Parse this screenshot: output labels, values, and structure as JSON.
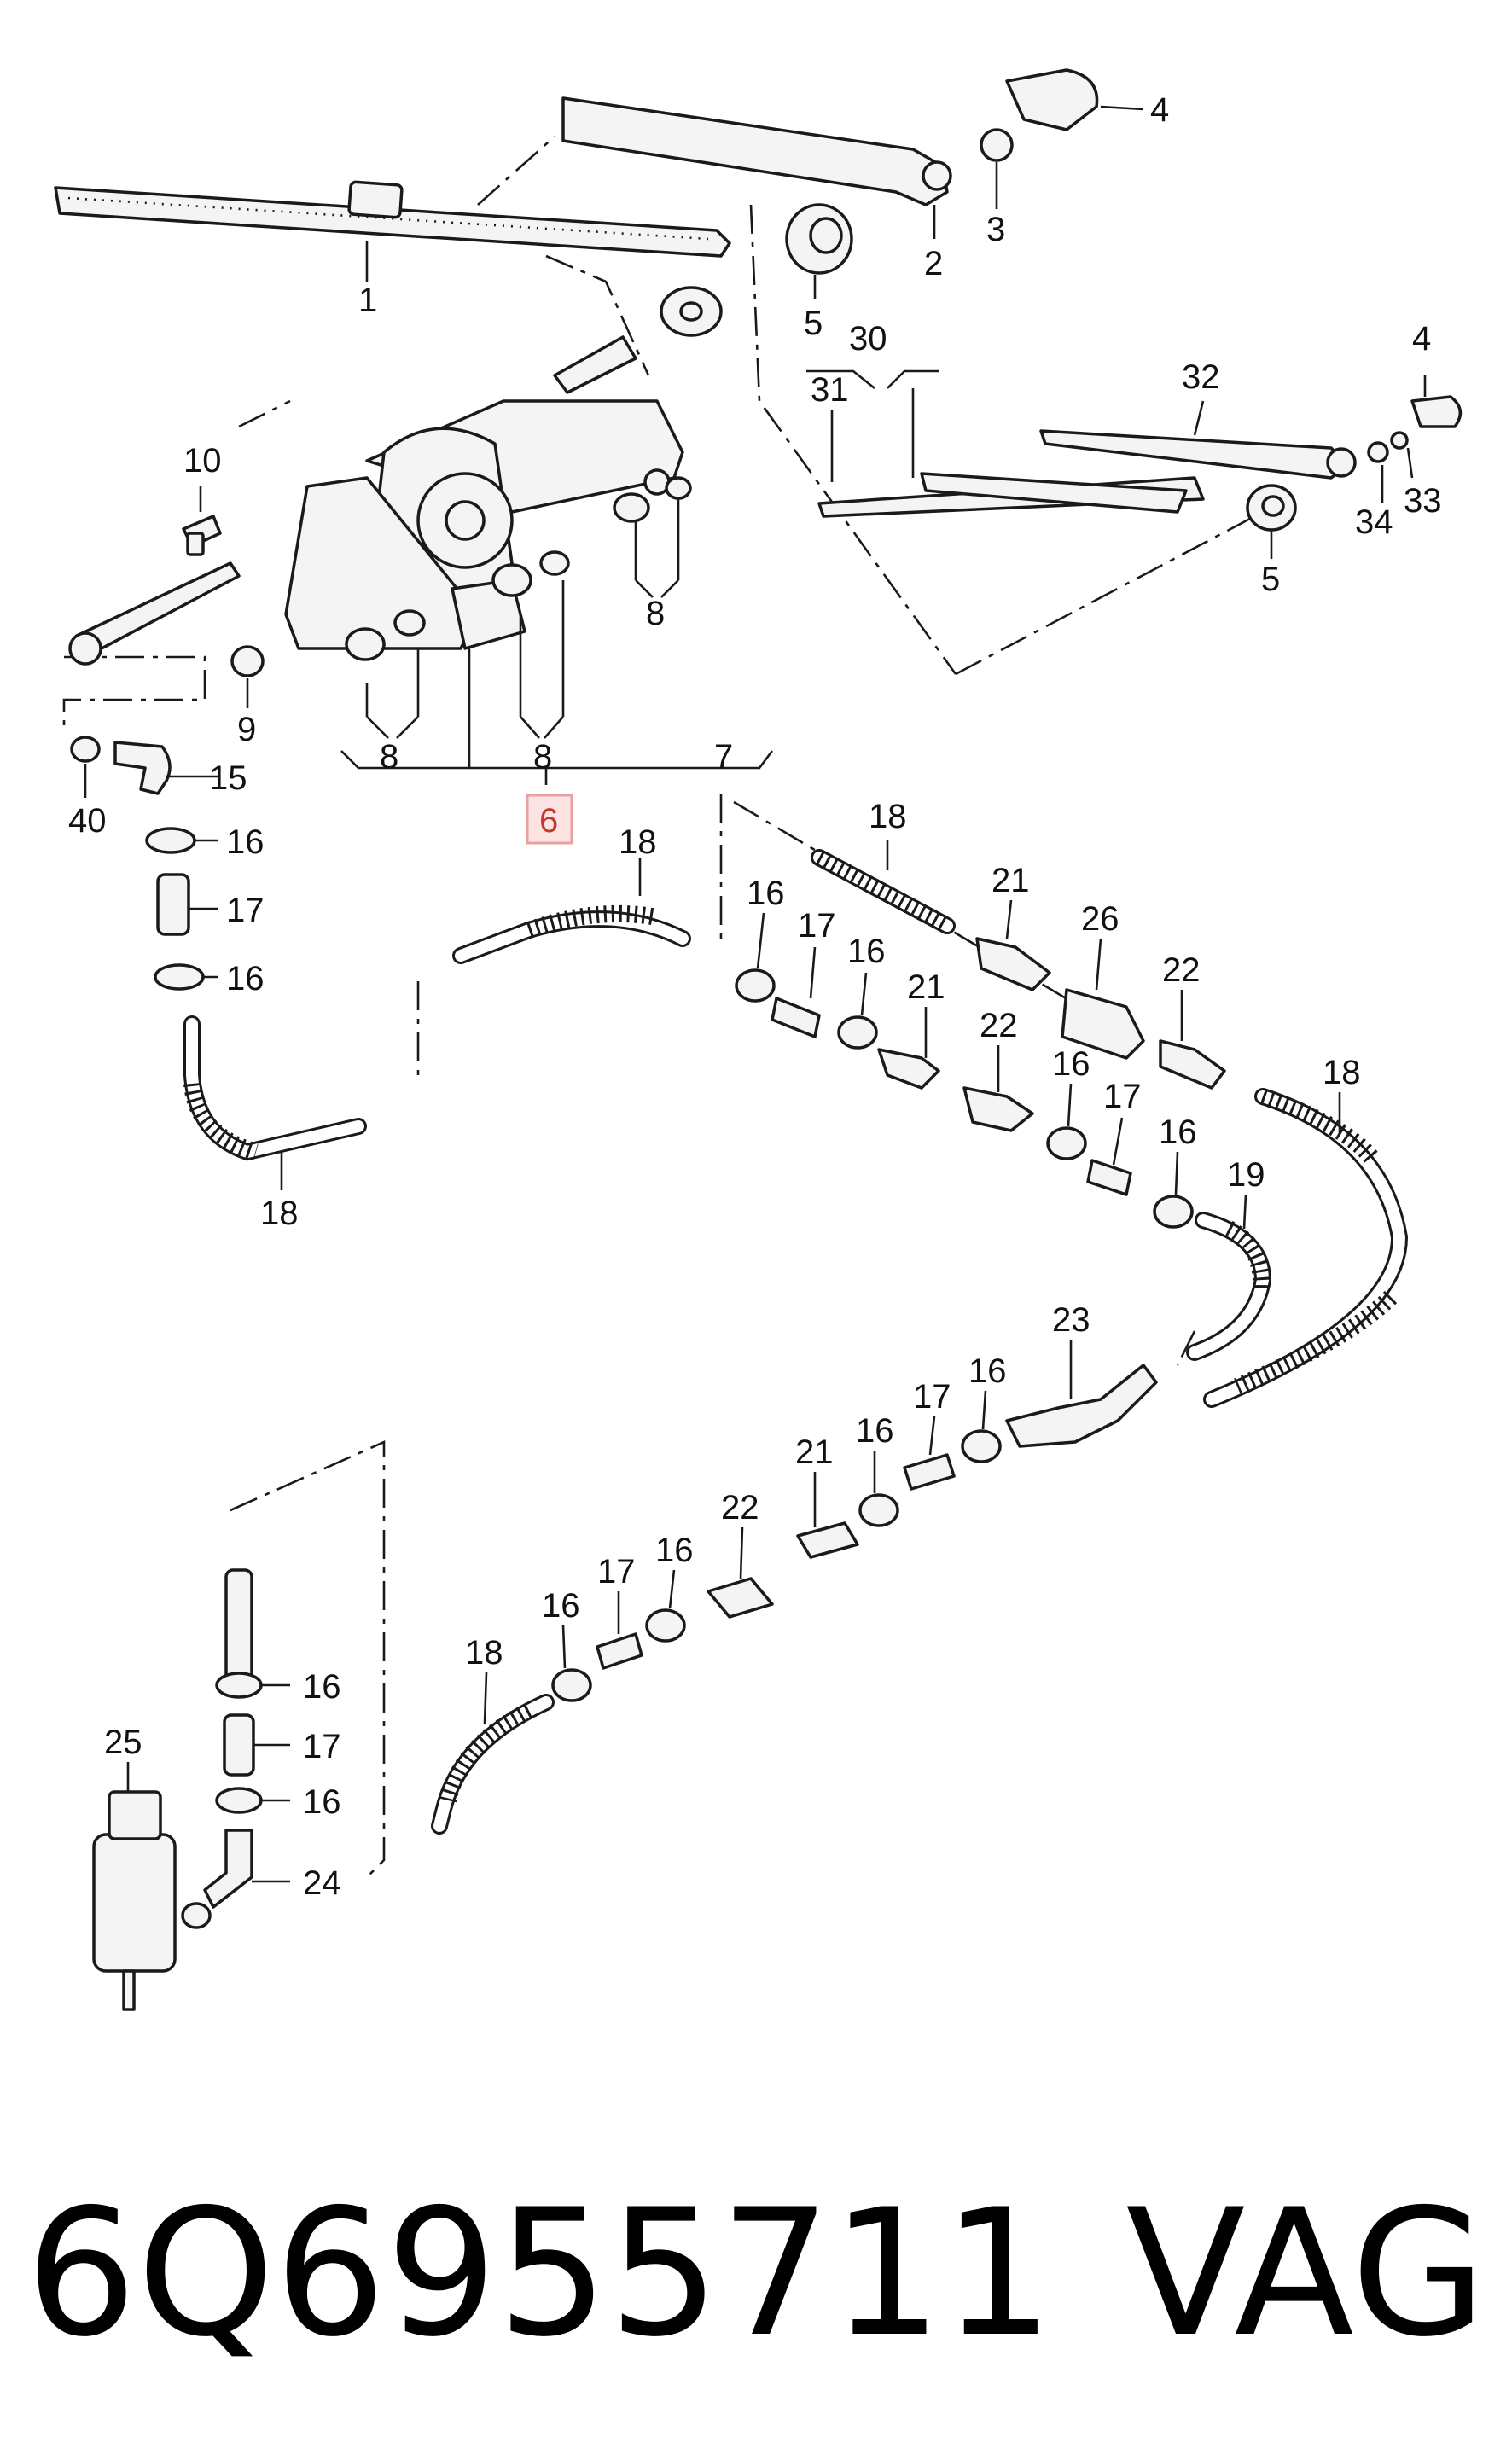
{
  "diagram": {
    "callouts": [
      "1",
      "2",
      "3",
      "4",
      "5",
      "5",
      "4",
      "30",
      "31",
      "32",
      "34",
      "33",
      "10",
      "9",
      "8",
      "8",
      "8",
      "7",
      "6",
      "40",
      "15",
      "16",
      "17",
      "16",
      "18",
      "18",
      "18",
      "16",
      "17",
      "16",
      "21",
      "26",
      "22",
      "21",
      "22",
      "16",
      "17",
      "16",
      "19",
      "18",
      "23",
      "16",
      "17",
      "16",
      "21",
      "22",
      "16",
      "17",
      "16",
      "18",
      "25",
      "16",
      "17",
      "16",
      "24"
    ],
    "highlighted_callout": "6",
    "highlight_color": "#e8a0a0"
  },
  "footer": {
    "part_number": "6Q6955711",
    "brand": "VAG"
  }
}
